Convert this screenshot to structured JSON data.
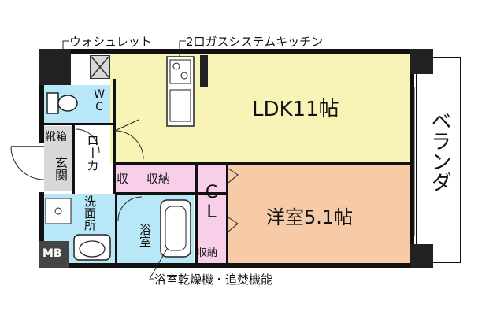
{
  "callouts": {
    "washlet": "ウォシュレット",
    "kitchen": "2口ガスシステムキッチン",
    "bath_dryer": "浴室乾燥機・追焚機能"
  },
  "rooms": {
    "ldk": "LDK11帖",
    "western": "洋室5.1帖",
    "veranda": "ベランダ",
    "wc": "WC",
    "shoe_rack": "靴箱",
    "entrance": "玄関",
    "hallway": "ローカ",
    "closet_small": "収",
    "storage_top": "収納",
    "storage_bottom": "収納",
    "cl": "CL",
    "washroom": "洗面所",
    "bathroom": "浴室",
    "mb": "MB"
  },
  "colors": {
    "ldk": "#f8f4b8",
    "western": "#f7cba8",
    "wet": "#b8e8f8",
    "storage": "#f8cfe8",
    "gray": "#d8d8d8",
    "wall": "#111111"
  }
}
